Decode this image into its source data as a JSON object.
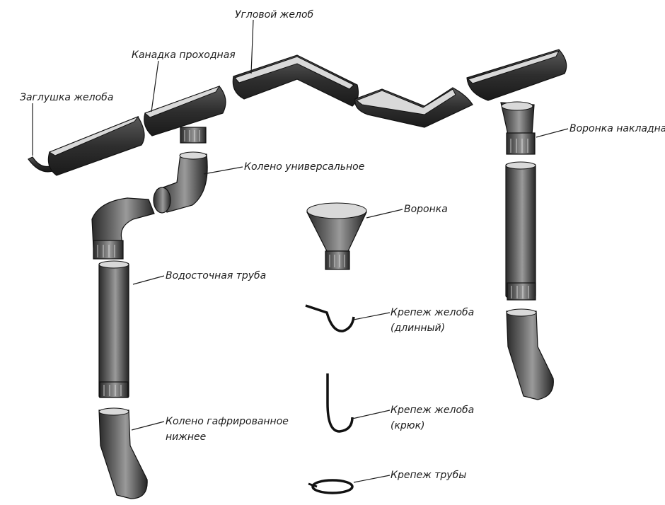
{
  "labels": {
    "gutter_cap": "Заглушка желоба",
    "gutter_connector": "Канадка проходная",
    "corner_gutter": "Угловой желоб",
    "overlay_funnel": "Воронка накладная",
    "universal_elbow": "Колено универсальное",
    "funnel": "Воронка",
    "downpipe": "Водосточная труба",
    "bracket_long_line1": "Крепеж желоба",
    "bracket_long_line2": "(длинный)",
    "bracket_hook_line1": "Крепеж желоба",
    "bracket_hook_line2": "(крюк)",
    "corrugated_elbow_line1": "Колено гафрированное",
    "corrugated_elbow_line2": "нижнее",
    "pipe_clamp": "Крепеж трубы"
  },
  "colors": {
    "metal": "#3a3a3a",
    "metal_highlight": "#8a8a8a",
    "line": "#1c1c1c"
  }
}
